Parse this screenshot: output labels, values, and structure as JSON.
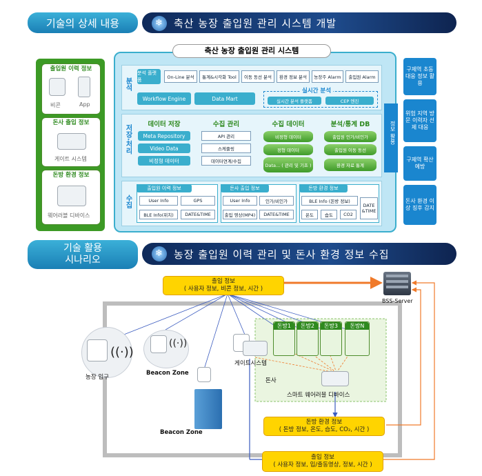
{
  "section1": {
    "tag": "기술의 상세 내용",
    "banner": "축산 농장 출입원 관리 시스템 개발"
  },
  "section2": {
    "tag_line1": "기술 활용",
    "tag_line2": "시나리오",
    "banner": "농장 출입원 이력 관리 및 돈사 환경 정보 수집"
  },
  "left_cards": [
    {
      "title": "출입원 이력 정보",
      "items": [
        "비콘",
        "App"
      ]
    },
    {
      "title": "돈사 출입 정보",
      "items": [
        "게이트 시스템"
      ]
    },
    {
      "title": "돈방 환경 정보",
      "items": [
        "웨어러블 디바이스"
      ]
    }
  ],
  "system": {
    "title": "축산 농장 출입원 관리 시스템",
    "analysis": {
      "label": "분석",
      "platform": "분석 플랫폼",
      "tools": [
        "On-Line 분석",
        "통계&시각화 Tool",
        "이동 동선 분석",
        "환경 정보 분석",
        "농장주 Alarm",
        "출입원 Alarm"
      ],
      "workflow": "Workflow Engine",
      "datamart": "Data Mart",
      "realtime_title": "실시간 분석",
      "realtime_items": [
        "실시간 분석 플랫폼",
        "CEP 엔진"
      ]
    },
    "storage": {
      "label": "저장·처리",
      "groups": [
        {
          "title": "데이터 저장",
          "items": [
            "Meta Repository",
            "Video Data",
            "비정형 데이터"
          ]
        },
        {
          "title": "수집 관리",
          "items": [
            "API 관리",
            "스케줄링",
            "데이터연계/수집"
          ]
        },
        {
          "title": "수집 데이터",
          "items": [
            "비정형 데이터",
            "정형 데이터",
            "Data... ( 관리 및 기초 )"
          ]
        },
        {
          "title": "분석/통계 DB",
          "items": [
            "출입원 인가/비인가",
            "출입원 이동 동선",
            "환경 자료 통계"
          ]
        }
      ],
      "side_label": "정보 활용"
    },
    "collect": {
      "label": "수집",
      "groups": [
        {
          "title": "출입원 이력 정보",
          "items": [
            "User Info",
            "GPS",
            "BLE Info(위치)",
            "DATE&TIME"
          ]
        },
        {
          "title": "돈사 출입 정보",
          "items": [
            "User Info",
            "인가/비인가",
            "출입 영상(MP4)",
            "DATE&TIME"
          ]
        },
        {
          "title": "돈방 환경 정보",
          "items": [
            "BLE Info (돈방 정보)",
            "온도",
            "습도",
            "CO2",
            "DATE &TIME"
          ]
        }
      ]
    }
  },
  "right_panels": [
    "구제역 초동 대응 정보 활용",
    "위험 지역 방문 이력자 선제 대응",
    "구제역 확산 예방",
    "돈사 환경 이상 징후 감지"
  ],
  "scenario": {
    "top_box": {
      "line1": "출입 정보",
      "line2": "( 사용자 정보, 비콘 정보, 시간 )"
    },
    "server": "BSS-Server",
    "farm_entrance": "농장 입구",
    "beacon_zone_1": "Beacon Zone",
    "beacon_zone_2": "Beacon Zone",
    "gate": "게이트시스템",
    "barn": "돈사",
    "pens": [
      "돈방1",
      "돈방2",
      "돈방3",
      "돈방N"
    ],
    "wearable": "스마트 웨어러블 디바이스",
    "env_box": {
      "line1": "돈방 환경 정보",
      "line2": "( 돈방 정보, 온도, 습도, CO₂, 시간 )"
    },
    "bottom_box": {
      "line1": "출입 정보",
      "line2": "( 사용자 정보, 입/출동영상, 정보, 시간 )"
    }
  },
  "colors": {
    "green": "#2f8a1f",
    "teal": "#3aaecd",
    "blue": "#1a86cf",
    "yellow": "#ffd400",
    "orange": "#f07a2a"
  }
}
